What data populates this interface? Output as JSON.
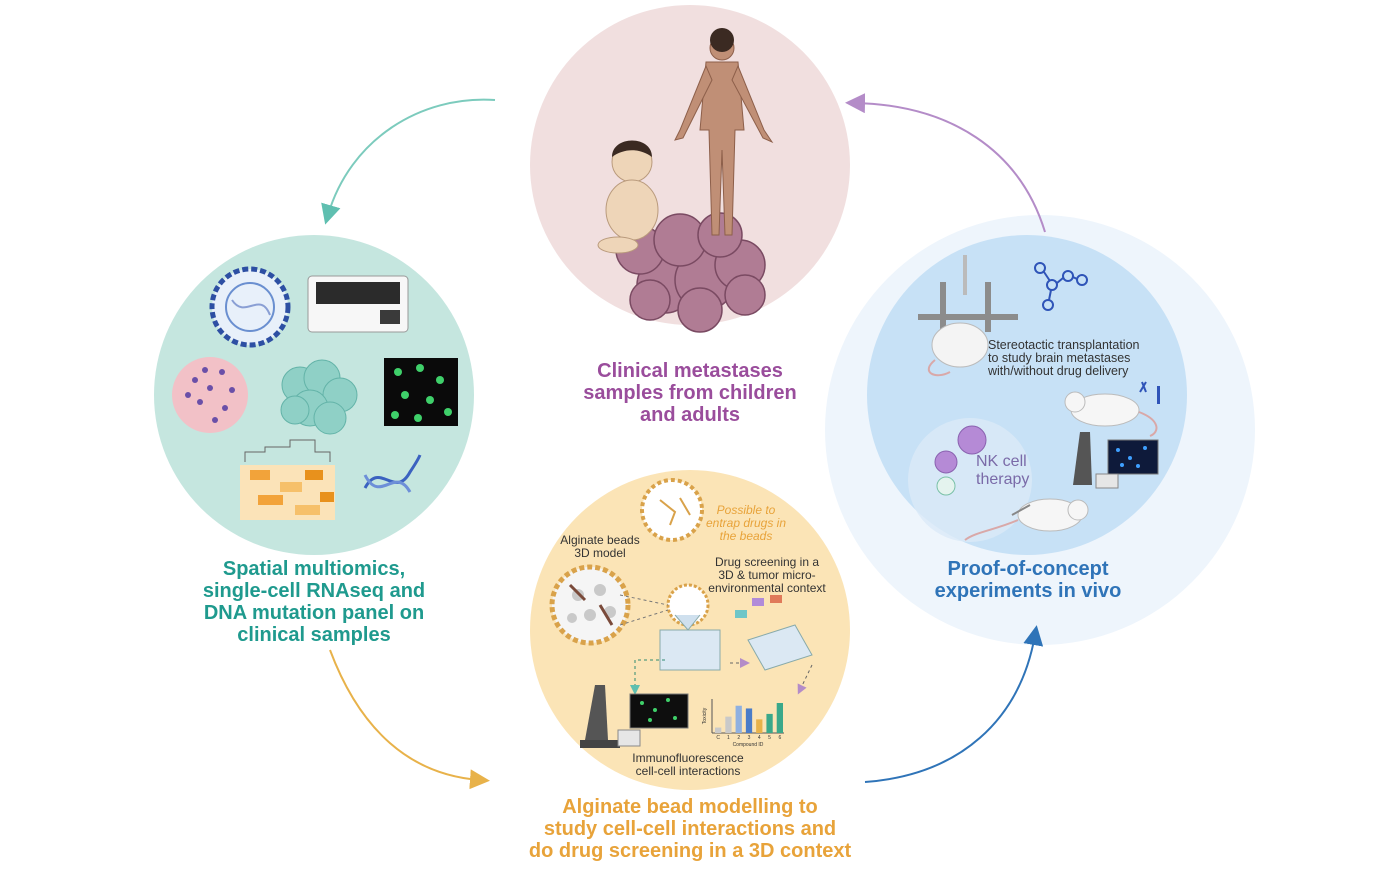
{
  "colors": {
    "purple": "#9a4d9c",
    "teal": "#1f9a8e",
    "orange": "#e8a33a",
    "blue": "#2f74b8",
    "pink_circle": "#f0dede",
    "teal_circle": "#c3e6df",
    "orange_circle": "#fbe4b4",
    "blue_circle": "#c6e0f5"
  },
  "top": {
    "title": [
      "Clinical metastases",
      "samples from children",
      "and adults"
    ]
  },
  "left": {
    "title": [
      "Spatial multiomics,",
      "single-cell RNAseq and",
      "DNA mutation panel on",
      "clinical samples"
    ]
  },
  "bottom": {
    "title": [
      "Alginate bead modelling to",
      "study cell-cell interactions  and",
      "do drug screening in a 3D context"
    ],
    "notes": {
      "beads": [
        "Alginate beads",
        "3D model"
      ],
      "entrap": [
        "Possible to",
        "entrap drugs in",
        "the beads"
      ],
      "screening": [
        "Drug screening in a",
        "3D & tumor micro-",
        "environmental context"
      ],
      "immuno": [
        "Immunofluorescence",
        "cell-cell interactions"
      ]
    },
    "bar_chart": {
      "values": [
        0.2,
        0.6,
        1.0,
        0.9,
        0.5,
        0.7,
        1.1
      ],
      "ylabel": "Toxicity",
      "xlabel": "Compound ID",
      "ticks": [
        "C",
        "1",
        "2",
        "3",
        "4",
        "5",
        "6"
      ]
    }
  },
  "right": {
    "title": [
      "Proof-of-concept",
      "experiments in vivo"
    ],
    "notes": {
      "stereotactic": [
        "Stereotactic transplantation",
        "to study brain metastases",
        "with/without drug delivery"
      ],
      "nk": [
        "NK cell",
        "therapy"
      ]
    }
  }
}
